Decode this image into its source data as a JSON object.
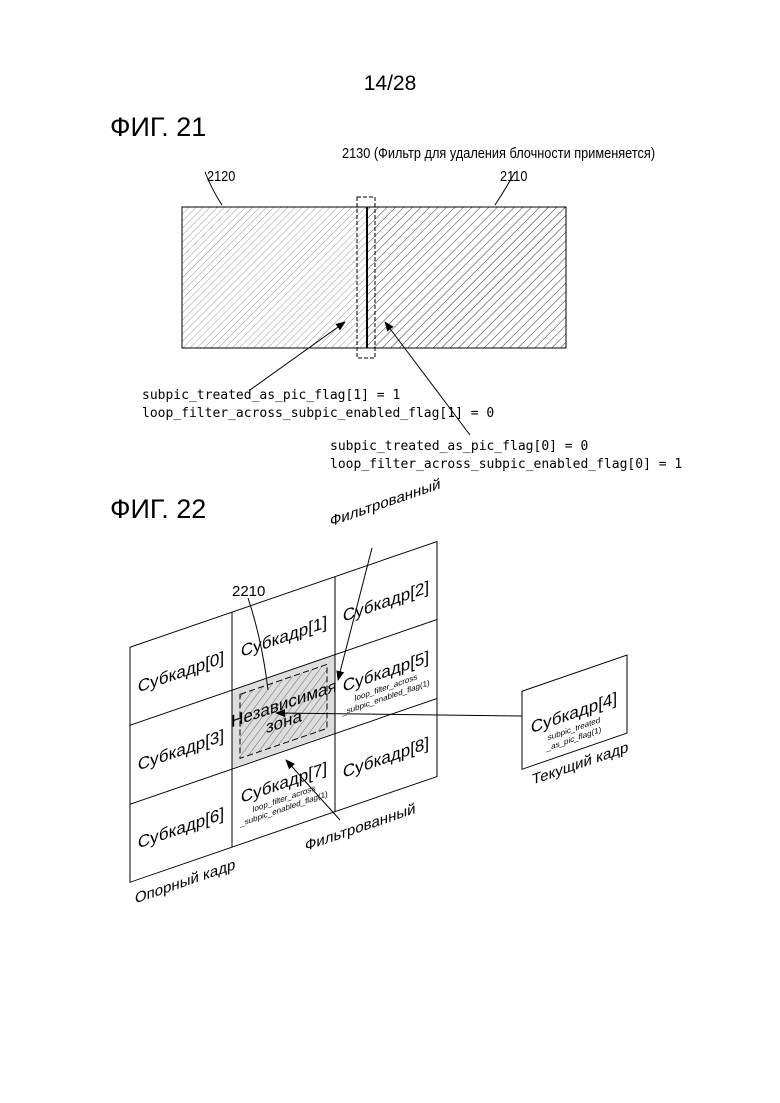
{
  "page_number": "14/28",
  "fig21": {
    "title": "ФИГ. 21",
    "ref_2130": "2130 (Фильтр для удаления блочности применяется)",
    "ref_2120": "2120",
    "ref_2110": "2110",
    "left_flags": [
      "subpic_treated_as_pic_flag[1] = 1",
      "loop_filter_across_subpic_enabled_flag[1] = 0"
    ],
    "right_flags": [
      "subpic_treated_as_pic_flag[0] = 0",
      "loop_filter_across_subpic_enabled_flag[0] = 1"
    ]
  },
  "fig22": {
    "title": "ФИГ. 22",
    "filtered_top": "Фильтрованный",
    "filtered_bottom": "Фильтрованный",
    "ref_2210": "2210",
    "cells": [
      "Субкадр[0]",
      "Субкадр[1]",
      "Субкадр[2]",
      "Субкадр[3]",
      "",
      "Субкадр[5]",
      "Субкадр[6]",
      "Субкадр[7]",
      "Субкадр[8]"
    ],
    "independent_zone": [
      "Независимая",
      "зона"
    ],
    "cell5_flag": [
      "loop_filter_across",
      "_subpic_enabled_flag(1)"
    ],
    "cell7_flag": [
      "loop_filter_across",
      "_subpic_enabled_flag(1)"
    ],
    "reference_frame": "Опорный кадр",
    "current_frame": {
      "label": "Текущий кадр",
      "cell": "Субкадр[4]",
      "flag": [
        "subpic_treated",
        "_as_pic_flag(1)"
      ]
    }
  }
}
